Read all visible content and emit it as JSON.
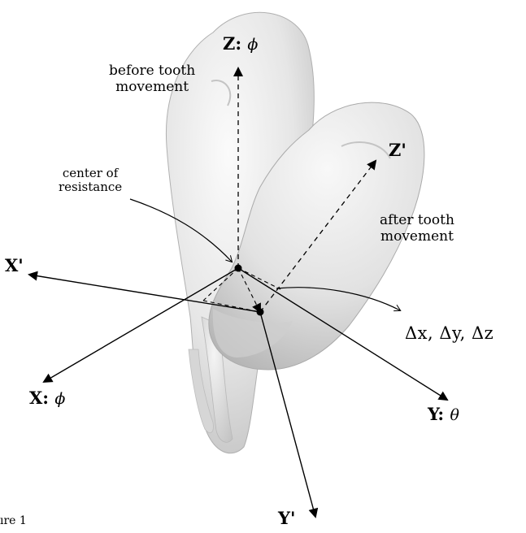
{
  "labels": {
    "z_axis": {
      "letter": "Z:",
      "symbol": "ϕ"
    },
    "x_axis": {
      "letter": "X:",
      "symbol": "ϕ"
    },
    "y_axis": {
      "letter": "Y:",
      "symbol": "θ"
    },
    "z_prime": "Z'",
    "x_prime": "X'",
    "y_prime": "Y'",
    "before_line1": "before tooth",
    "before_line2": "movement",
    "after_line1": "after tooth",
    "after_line2": "movement",
    "center_line1": "center of",
    "center_line2": "resistance",
    "delta": "Δx, Δy, Δz",
    "caption": "ıre 1"
  },
  "colors": {
    "background": "#ffffff",
    "tooth_fill": "#e9e9e9",
    "tooth_shadow": "#b8b8b8",
    "line": "#000000"
  }
}
